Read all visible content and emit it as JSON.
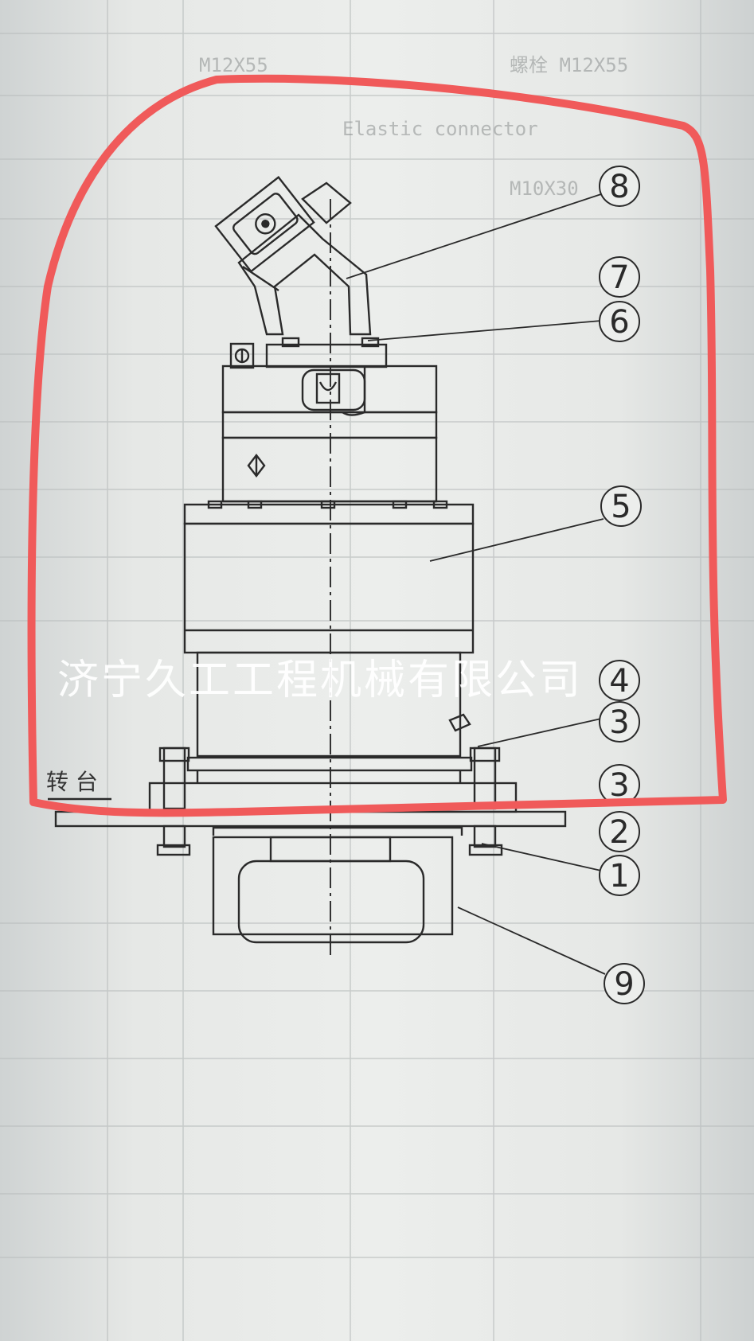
{
  "watermark": "济宁久工工程机械有限公司",
  "turntable_label": "转 台",
  "callouts": [
    "8",
    "7",
    "6",
    "5",
    "4",
    "3",
    "3",
    "2",
    "1",
    "9"
  ],
  "background_table_fragments": [
    "螺栓 M12X55",
    "Elastic connector",
    "M10X30",
    "M12X55"
  ],
  "colors": {
    "paper": "#e9ebe9",
    "ink": "#2a2a2a",
    "highlight_outline": "#f05a5a"
  }
}
